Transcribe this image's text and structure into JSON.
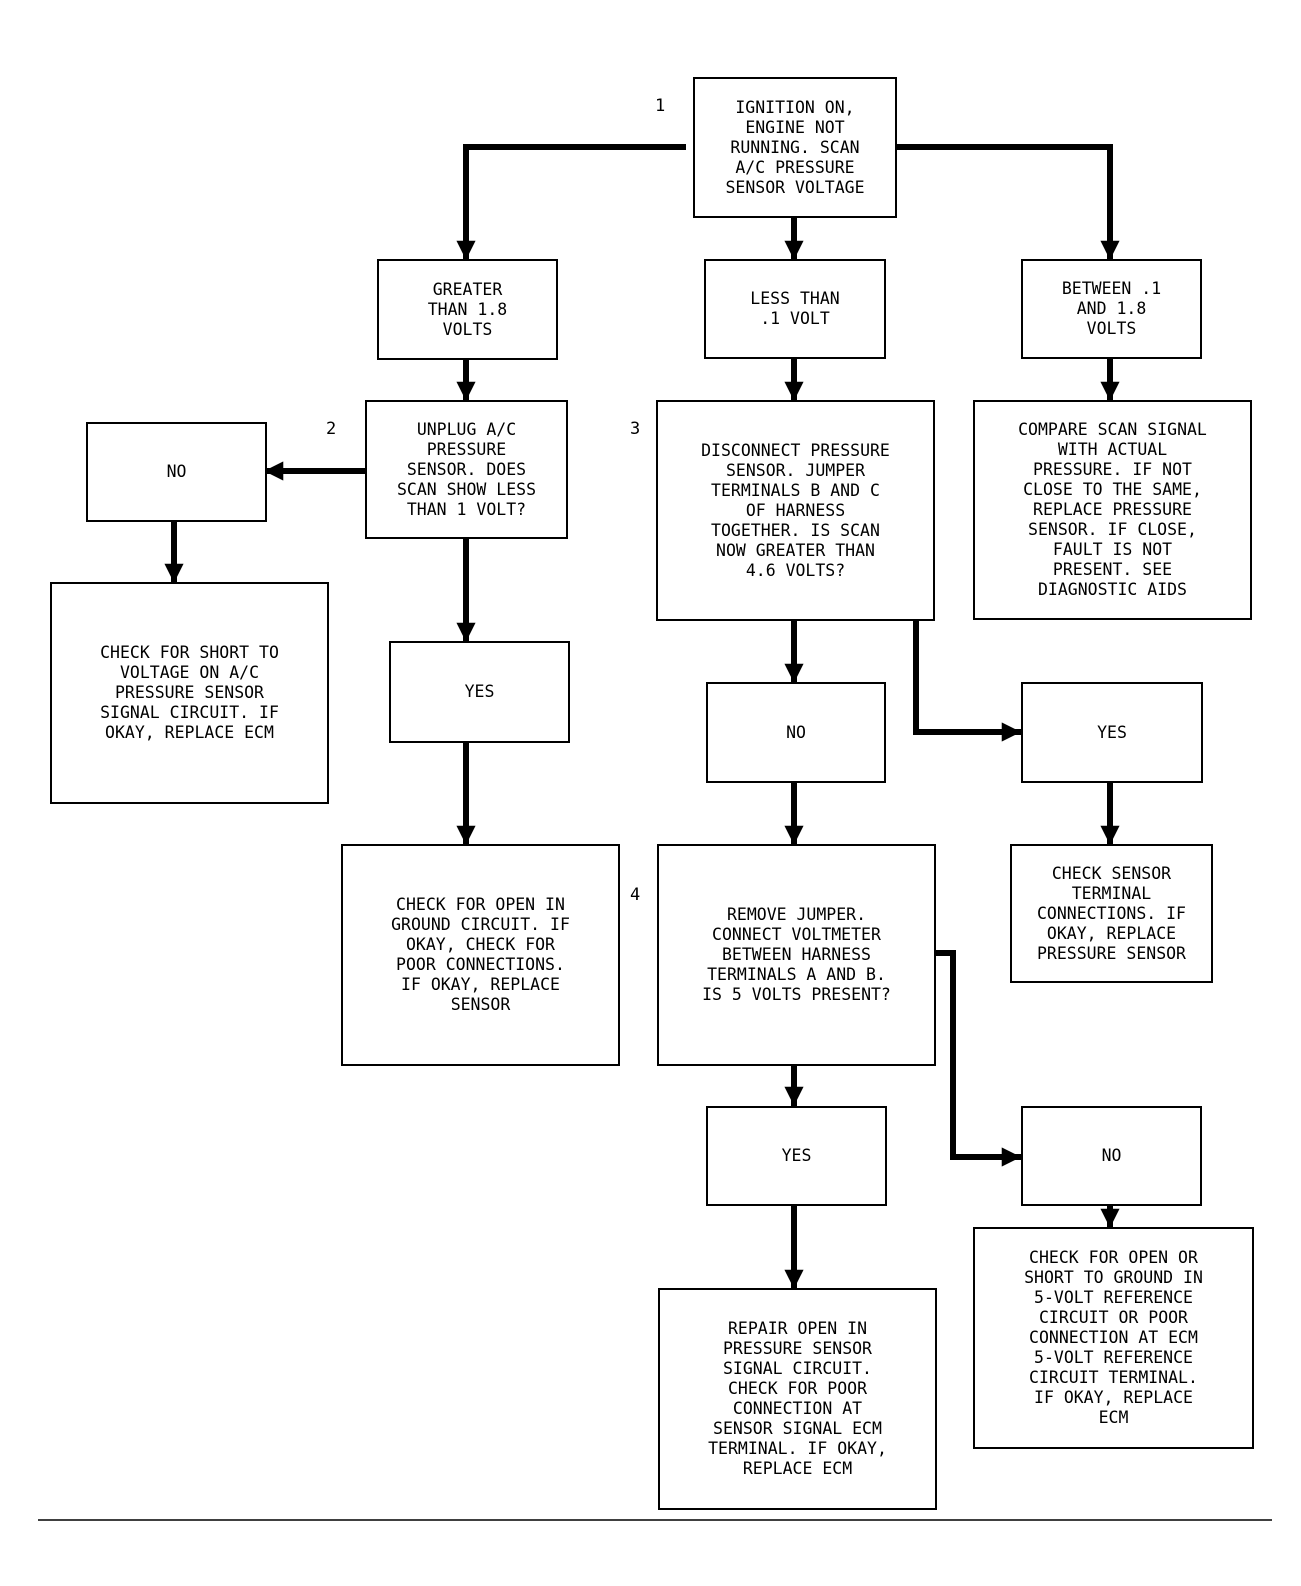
{
  "steps": {
    "s1": "1",
    "s2": "2",
    "s3": "3",
    "s4": "4"
  },
  "boxes": {
    "start": "IGNITION ON,\nENGINE NOT\nRUNNING. SCAN\nA/C PRESSURE\nSENSOR VOLTAGE",
    "greater": "GREATER\nTHAN 1.8\nVOLTS",
    "less": "LESS THAN\n.1 VOLT",
    "between": "BETWEEN .1\nAND 1.8\nVOLTS",
    "unplug": "UNPLUG A/C\nPRESSURE\nSENSOR. DOES\nSCAN SHOW LESS\nTHAN 1 VOLT?",
    "no_left": "NO",
    "check_short": "CHECK FOR SHORT TO\nVOLTAGE ON A/C\nPRESSURE SENSOR\nSIGNAL CIRCUIT. IF\nOKAY, REPLACE ECM",
    "yes_left": "YES",
    "check_open_ground": "CHECK FOR OPEN IN\nGROUND CIRCUIT. IF\nOKAY, CHECK FOR\nPOOR CONNECTIONS.\nIF OKAY, REPLACE\nSENSOR",
    "disconnect": "DISCONNECT PRESSURE\nSENSOR. JUMPER\nTERMINALS B AND C\nOF HARNESS\nTOGETHER. IS SCAN\nNOW GREATER THAN\n4.6 VOLTS?",
    "compare": "COMPARE SCAN SIGNAL\nWITH ACTUAL\nPRESSURE. IF NOT\nCLOSE TO THE SAME,\nREPLACE PRESSURE\nSENSOR. IF CLOSE,\nFAULT IS NOT\nPRESENT. SEE\nDIAGNOSTIC AIDS",
    "no_mid": "NO",
    "yes_right": "YES",
    "check_sensor_terminal": "CHECK SENSOR\nTERMINAL\nCONNECTIONS. IF\nOKAY, REPLACE\nPRESSURE SENSOR",
    "remove_jumper": "REMOVE JUMPER.\nCONNECT VOLTMETER\nBETWEEN HARNESS\nTERMINALS A AND B.\nIS 5 VOLTS PRESENT?",
    "yes_bottom": "YES",
    "no_bottom": "NO",
    "repair_open": "REPAIR OPEN IN\nPRESSURE SENSOR\nSIGNAL CIRCUIT.\nCHECK FOR POOR\nCONNECTION AT\nSENSOR SIGNAL ECM\nTERMINAL. IF OKAY,\nREPLACE ECM",
    "check_open_short": "CHECK FOR OPEN OR\nSHORT TO GROUND IN\n5-VOLT REFERENCE\nCIRCUIT OR POOR\nCONNECTION AT ECM\n5-VOLT REFERENCE\nCIRCUIT TERMINAL.\nIF OKAY, REPLACE\nECM"
  }
}
